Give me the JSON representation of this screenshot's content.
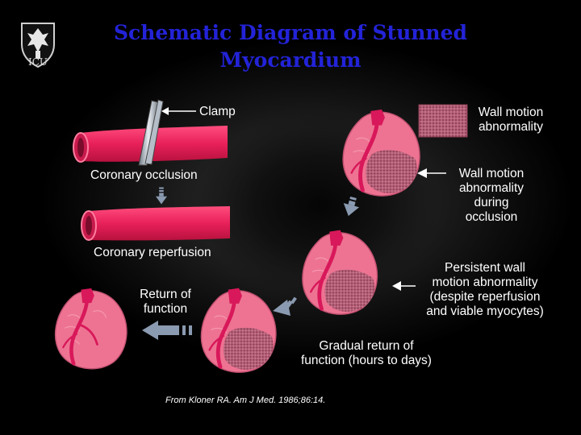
{
  "title": {
    "line1": "Schematic Diagram of Stunned",
    "line2": "Myocardium"
  },
  "logo": {
    "text": "ICU"
  },
  "labels": {
    "clamp": "Clamp",
    "coronary_occlusion": "Coronary occlusion",
    "coronary_reperfusion": "Coronary reperfusion",
    "legend_wall_motion": [
      "Wall motion",
      "abnormality"
    ],
    "wall_motion_during_occlusion": [
      "Wall motion",
      "abnormality",
      "during",
      "occlusion"
    ],
    "persistent": [
      "Persistent wall",
      "motion abnormality",
      "(despite reperfusion",
      "and viable myocytes)"
    ],
    "return_of_function": [
      "Return of",
      "function"
    ],
    "gradual_return": [
      "Gradual return of",
      "function (hours to days)"
    ]
  },
  "citation": "From Kloner RA. Am J Med. 1986;86:14.",
  "colors": {
    "title": "#2323d8",
    "vessel": "#e8205a",
    "heart": "#ee7392",
    "artery": "#d8185a",
    "abnormal_region": "#a9546e",
    "arrow": "#8a9ab0"
  },
  "icons": [
    "university-crest-icon",
    "clamp-icon",
    "arrow-icon"
  ]
}
